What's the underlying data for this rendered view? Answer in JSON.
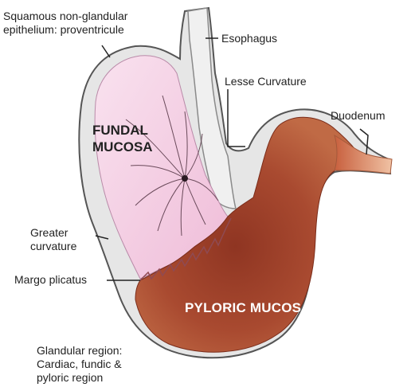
{
  "labels": {
    "squamous": [
      "Squamous non-glandular",
      "epithelium: proventricule"
    ],
    "esophagus": "Esophagus",
    "lesser_curvature": "Lesse Curvature",
    "duodenum": "Duodenum",
    "greater_curvature": [
      "Greater",
      "curvature"
    ],
    "margo_plicatus": "Margo plicatus",
    "glandular_region": [
      "Glandular region:",
      "Cardiac, fundic &",
      "pyloric region"
    ]
  },
  "regions": {
    "fundal": [
      "FUNDAL",
      "MUCOSA"
    ],
    "pyloric": "PYLORIC MUCOSA"
  },
  "colors": {
    "fundal_mucosa": "#f4cde4",
    "pyloric_mucosa": "#a94a30",
    "duodenum": "#d27a55",
    "serosa": "#dcdcdc",
    "outline": "#555555"
  }
}
